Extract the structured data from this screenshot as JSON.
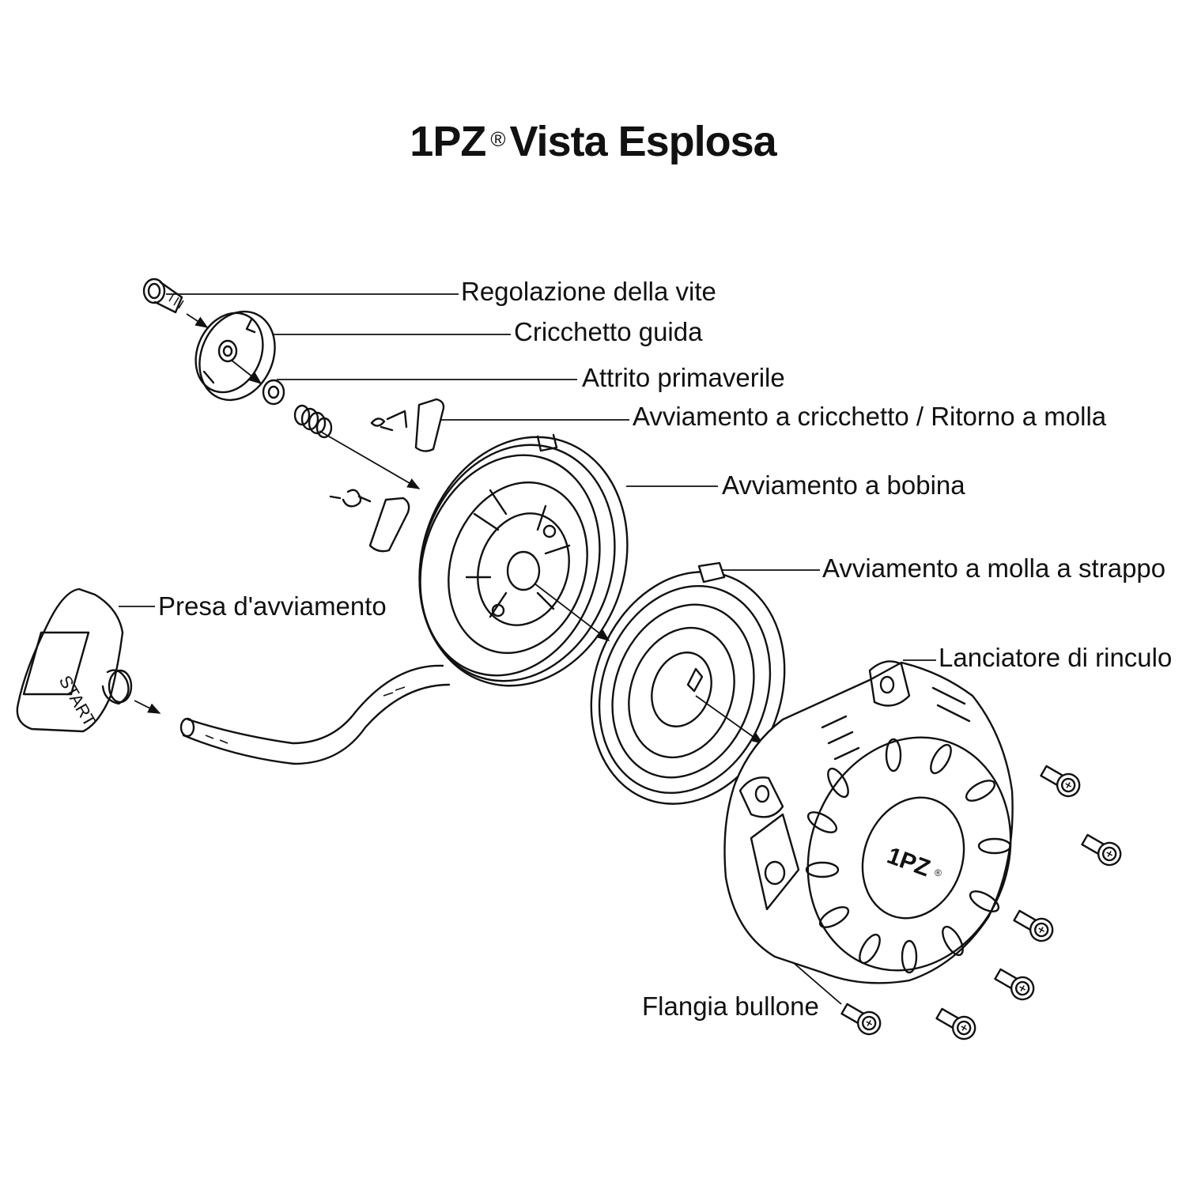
{
  "title": {
    "brand": "1PZ",
    "registered_mark": "®",
    "text": "Vista Esplosa"
  },
  "labels": {
    "adjust_screw": "Regolazione della vite",
    "ratchet_guide": "Cricchetto guida",
    "friction_spring": "Attrito primaverile",
    "ratchet_return": "Avviamento a cricchetto / Ritorno a molla",
    "reel": "Avviamento a bobina",
    "recoil_spring": "Avviamento a molla a strappo",
    "handle": "Presa d'avviamento",
    "housing": "Lanciatore di rinculo",
    "flange_bolt": "Flangia bullone"
  },
  "part_markings": {
    "handle_text": "START",
    "housing_logo": "1PZ",
    "housing_reg": "®"
  }
}
